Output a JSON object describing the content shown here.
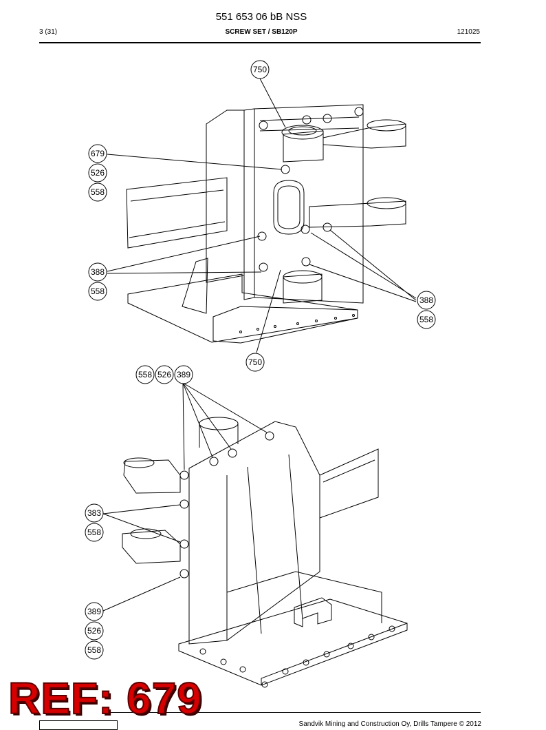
{
  "header": {
    "doc_number": "551 653 06 bB NSS",
    "page": "3 (31)",
    "title": "SCREW SET / SB120P",
    "date": "121025"
  },
  "callouts": {
    "top_750": "750",
    "top_679": "679",
    "top_526": "526",
    "top_558a": "558",
    "top_388": "388",
    "top_558b": "558",
    "top_388r": "388",
    "top_558r": "558",
    "top_750b": "750",
    "bot_558": "558",
    "bot_526": "526",
    "bot_389": "389",
    "bot_383": "383",
    "bot_558a": "558",
    "bot_389b": "389",
    "bot_526b": "526",
    "bot_558b": "558"
  },
  "stamp": {
    "text": "REF: 679"
  },
  "footer": {
    "copyright": "Sandvik Mining and Construction Oy, Drills Tampere © 2012"
  }
}
